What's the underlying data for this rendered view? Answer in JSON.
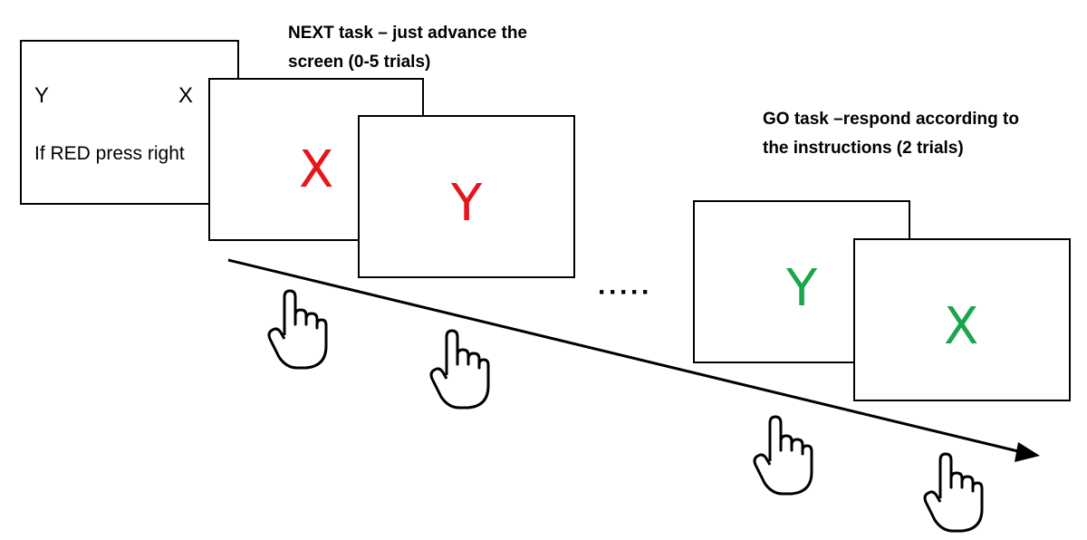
{
  "instruction_screen": {
    "left_letter": "Y",
    "right_letter": "X",
    "rule_text": "If RED press right"
  },
  "next_task": {
    "caption_line1": "NEXT task – just advance  the",
    "caption_line2": "screen (0-5 trials)",
    "stimuli": [
      {
        "letter": "X",
        "color": "#e8141b"
      },
      {
        "letter": "Y",
        "color": "#e8141b"
      }
    ]
  },
  "ellipsis": "·····",
  "go_task": {
    "caption_line1": "GO task –respond according to",
    "caption_line2": "the instructions (2 trials)",
    "stimuli": [
      {
        "letter": "Y",
        "color": "#1aa64a"
      },
      {
        "letter": "X",
        "color": "#1aa64a"
      }
    ]
  },
  "icons": [
    "hand-pointer-icon",
    "hand-pointer-icon",
    "hand-pointer-icon",
    "hand-pointer-icon",
    "timeline-arrow"
  ]
}
